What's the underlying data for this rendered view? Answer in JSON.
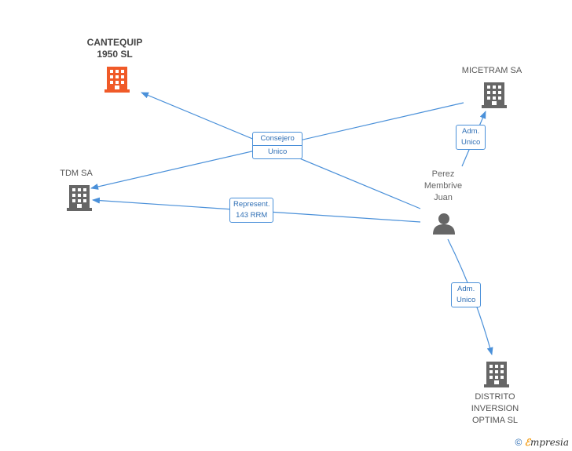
{
  "nodes": {
    "cantequip": {
      "line1": "CANTEQUIP",
      "line2": "1950 SL"
    },
    "micetram": {
      "label": "MICETRAM SA"
    },
    "tdm": {
      "label": "TDM SA"
    },
    "person": {
      "line1": "Perez",
      "line2": "Membrive",
      "line3": "Juan"
    },
    "distrito": {
      "line1": "DISTRITO",
      "line2": "INVERSION",
      "line3": "OPTIMA SL"
    }
  },
  "edges": {
    "consejero": {
      "line1": "Consejero",
      "line2": "Unico"
    },
    "represent": {
      "line1": "Represent.",
      "line2": "143 RRM"
    },
    "adm_micetram": {
      "line1": "Adm.",
      "line2": "Unico"
    },
    "adm_distrito": {
      "line1": "Adm.",
      "line2": "Unico"
    }
  },
  "footer": {
    "copyright": "©",
    "brand_e": "ℰ",
    "brand_rest": "mpresia"
  },
  "colors": {
    "edge": "#4a90d9",
    "highlight_building": "#f05a28",
    "building": "#666666",
    "person": "#666666"
  }
}
